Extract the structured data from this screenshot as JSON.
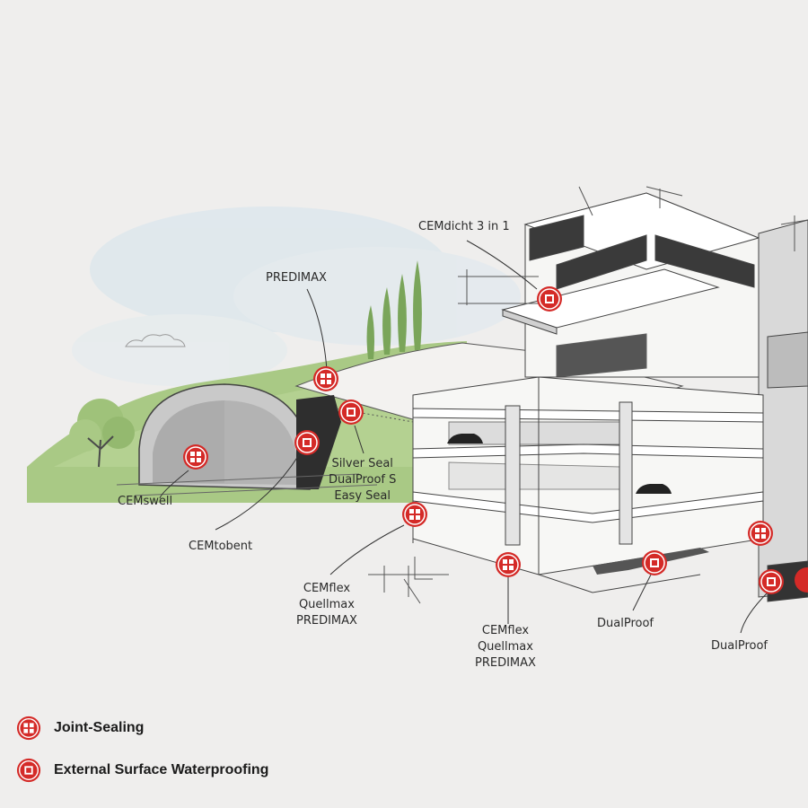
{
  "callouts": {
    "cemdicht": "CEMdicht 3 in 1",
    "predimax_top": "PREDIMAX",
    "silver_seal": [
      "Silver Seal",
      "DualProof S",
      "Easy Seal"
    ],
    "cemswell": "CEMswell",
    "cemtobent": "CEMtobent",
    "cemflex_left": [
      "CEMflex",
      "Quellmax",
      "PREDIMAX"
    ],
    "cemflex_mid": [
      "CEMflex",
      "Quellmax",
      "PREDIMAX"
    ],
    "dualproof_1": "DualProof",
    "dualproof_2": "DualProof"
  },
  "legend": {
    "joint_sealing": "Joint-Sealing",
    "external_waterproofing": "External Surface Waterproofing"
  },
  "icons": {
    "joint": "joint-sealing-icon",
    "surface": "surface-waterproofing-icon"
  },
  "colors": {
    "marker_red": "#d42a27",
    "background": "#efeeed",
    "grass": "#9fc27a",
    "tunnel": "#bdbdbd",
    "line": "#3a3a3a"
  }
}
